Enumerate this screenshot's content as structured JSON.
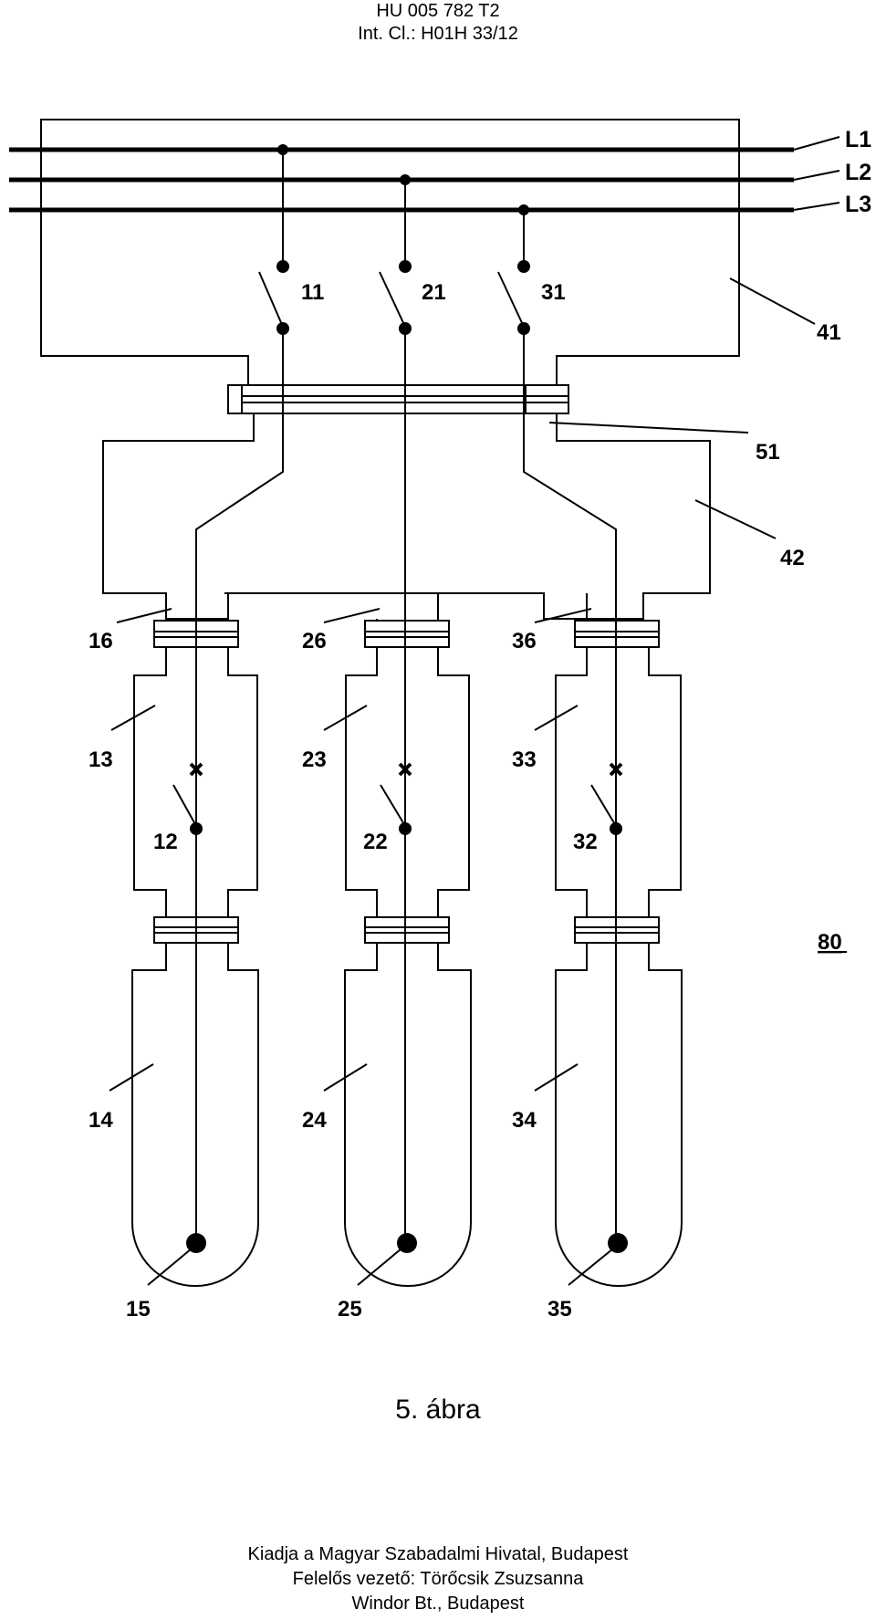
{
  "header": {
    "doc_number": "HU 005 782 T2",
    "classification": "Int. Cl.: H01H 33/12"
  },
  "lines": [
    "L1",
    "L2",
    "L3"
  ],
  "labels": {
    "l11": "11",
    "l21": "21",
    "l31": "31",
    "l41": "41",
    "l51": "51",
    "l42": "42",
    "l16": "16",
    "l26": "26",
    "l36": "36",
    "l13": "13",
    "l23": "23",
    "l33": "33",
    "l12": "12",
    "l22": "22",
    "l32": "32",
    "l14": "14",
    "l24": "24",
    "l34": "34",
    "l15": "15",
    "l25": "25",
    "l35": "35",
    "l80": "80"
  },
  "caption": "5. ábra",
  "footer": {
    "line1": "Kiadja a Magyar Szabadalmi Hivatal, Budapest",
    "line2": "Felelős vezető: Törőcsik Zsuzsanna",
    "line3": "Windor Bt., Budapest"
  }
}
